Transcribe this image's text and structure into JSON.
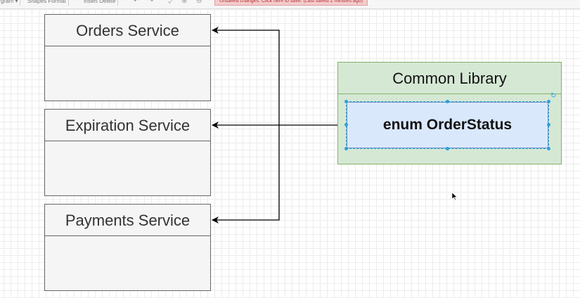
{
  "toolbar": {
    "items": [
      "gram ▾",
      "Shapes  Format",
      "Insert  Delete"
    ],
    "unsaved_notice": "Unsaved changes. Click here to save. (Last saved 2 minutes ago)"
  },
  "diagram": {
    "services": [
      {
        "label": "Orders Service"
      },
      {
        "label": "Expiration Service"
      },
      {
        "label": "Payments Service"
      }
    ],
    "library": {
      "title": "Common Library",
      "item": "enum OrderStatus"
    }
  },
  "colors": {
    "service_fill": "#f5f5f5",
    "service_stroke": "#666666",
    "library_fill": "#d5e8d4",
    "library_stroke": "#82b366",
    "enum_fill": "#dae8fc",
    "enum_stroke": "#6c8ebf",
    "selection": "#29a3e0"
  }
}
